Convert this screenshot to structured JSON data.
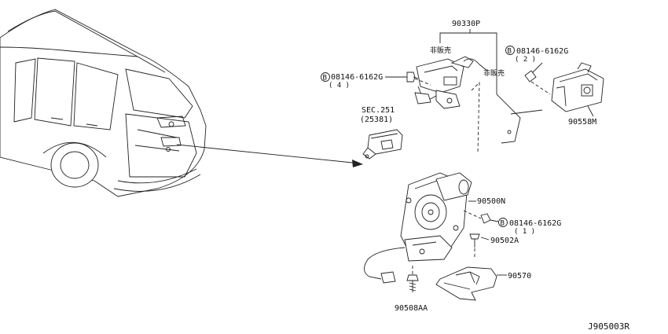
{
  "callouts": {
    "p90330P": "90330P",
    "not_sold_a": "非販売",
    "not_sold_b": "非販売",
    "bolt_4_part": "08146-6162G",
    "bolt_4_qty": "( 4 )",
    "bolt_2_part": "08146-6162G",
    "bolt_2_qty": "( 2 )",
    "bolt_1_part": "08146-6162G",
    "bolt_1_qty": "( 1 )",
    "p90558M": "90558M",
    "sec_ref": "SEC.251",
    "sec_sub": "(25381)",
    "p90500N": "90500N",
    "p90502A": "90502A",
    "p90570": "90570",
    "p90508AA": "90508AA",
    "bolt_marker": "B"
  },
  "diagram_ref": "J905003R"
}
